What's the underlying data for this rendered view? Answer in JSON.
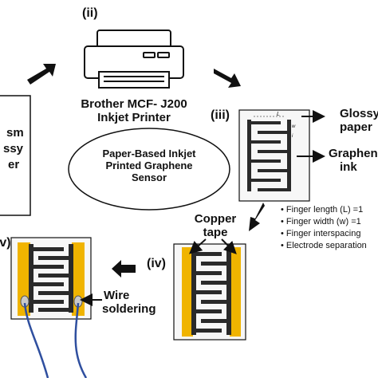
{
  "step_labels": {
    "ii": "(ii)",
    "iii": "(iii)",
    "iv": "(iv)",
    "v": "(v)"
  },
  "left_panel_text": [
    "sm",
    "ssy",
    "er"
  ],
  "printer_caption": [
    "Brother MCF- J200",
    "Inkjet Printer"
  ],
  "center_oval": [
    "Paper-Based Inkjet",
    "Printed Graphene",
    "Sensor"
  ],
  "callouts": {
    "glossy_paper": [
      "Glossy",
      "paper"
    ],
    "graphene_ink": [
      "Graphene",
      "ink"
    ],
    "copper_tape": [
      "Copper",
      "tape"
    ],
    "wire_soldering": [
      "Wire",
      "soldering"
    ]
  },
  "sensor_dim_labels": {
    "length": "L",
    "width": "w",
    "spacing": "i"
  },
  "specs": [
    "• Finger length (L) =1",
    "• Finger width (w) =1",
    "• Finger interspacing",
    "• Electrode separation"
  ],
  "colors": {
    "copper": "#f0b400",
    "graphene": "#2a2a2a",
    "wire": "#2f4f9f",
    "arrow": "#111111"
  }
}
